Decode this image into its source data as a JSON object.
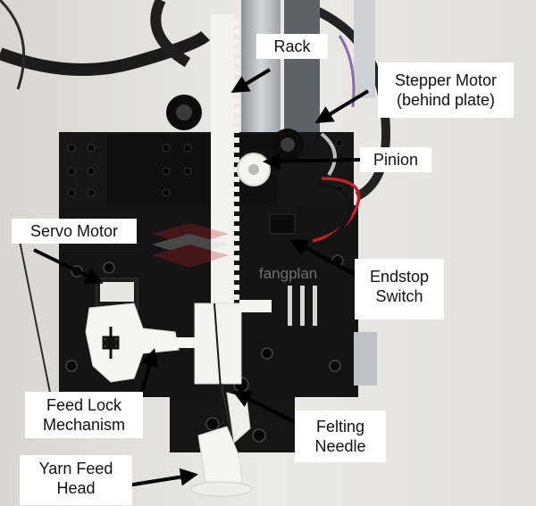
{
  "figure": {
    "labels": {
      "rack": "Rack",
      "stepper_motor": [
        "Stepper Motor",
        "(behind plate)"
      ],
      "pinion": "Pinion",
      "servo_motor": "Servo Motor",
      "endstop_switch": [
        "Endstop",
        "Switch"
      ],
      "feed_lock": [
        "Feed Lock",
        "Mechanism"
      ],
      "felting_needle": [
        "Felting",
        "Needle"
      ],
      "yarn_feed_head": [
        "Yarn Feed",
        "Head"
      ]
    },
    "watermark": "fangplan"
  },
  "colors": {
    "background_wall": "#e9e6e3",
    "black_plate": "#141414",
    "white_parts": "#f4f3ef",
    "aluminum_rail": "#b8bcc0",
    "red_wire": "#c0202a",
    "label_bg": "#ffffff",
    "arrow": "#000000"
  }
}
